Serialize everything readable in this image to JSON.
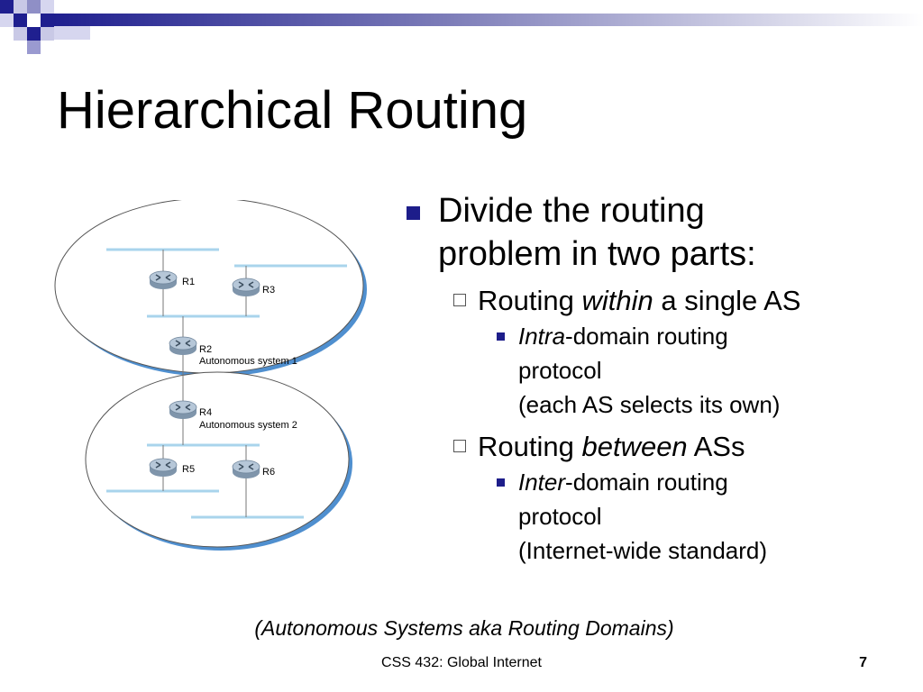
{
  "slide": {
    "title": "Hierarchical Routing"
  },
  "bullets": {
    "main": {
      "line1": "Divide the routing",
      "line2": "problem in two parts:"
    },
    "within": {
      "pre": "Routing ",
      "em": "within",
      "post": " a single AS",
      "sub": {
        "em": "Intra",
        "rest": "-domain routing",
        "line2": "protocol",
        "line3": "(each AS selects its own)"
      }
    },
    "between": {
      "pre": "Routing ",
      "em": "between",
      "post": " ASs",
      "sub": {
        "em": "Inter",
        "rest": "-domain routing",
        "line2": "protocol",
        "line3": "(Internet-wide standard)"
      }
    }
  },
  "diagram": {
    "routers": {
      "r1": "R1",
      "r2": "R2",
      "r3": "R3",
      "r4": "R4",
      "r5": "R5",
      "r6": "R6"
    },
    "as1_label": "Autonomous system 1",
    "as2_label": "Autonomous system 2"
  },
  "footnote": "(Autonomous Systems aka Routing Domains)",
  "footer": {
    "course": "CSS 432: Global Internet",
    "page": "7"
  },
  "colors": {
    "bullet_blue": "#1d1d8a",
    "lan_line": "#a9d4ec",
    "as_shadow": "#4f8fcf",
    "router": "#9fb3c6"
  }
}
